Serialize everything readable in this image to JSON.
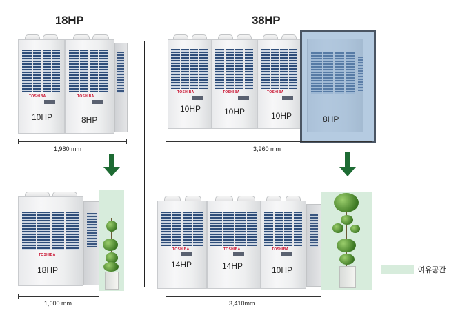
{
  "left": {
    "title": "18HP",
    "before": {
      "units": [
        "10HP",
        "8HP"
      ],
      "dimension": "1,980 mm"
    },
    "after": {
      "units": [
        "18HP"
      ],
      "dimension": "1,600 mm"
    }
  },
  "right": {
    "title": "38HP",
    "before": {
      "units": [
        "10HP",
        "10HP",
        "10HP",
        "8HP"
      ],
      "dimension": "3,960 mm"
    },
    "after": {
      "units": [
        "14HP",
        "14HP",
        "10HP"
      ],
      "dimension": "3,410mm"
    }
  },
  "brand": "TOSHIBA",
  "legend": {
    "label": "여유공간",
    "color": "#d7ecdc"
  },
  "colors": {
    "arrow": "#1d6b33",
    "highlight": "#7aa0c8",
    "spare_space": "#d7ecdc",
    "brand": "#c8102e"
  }
}
